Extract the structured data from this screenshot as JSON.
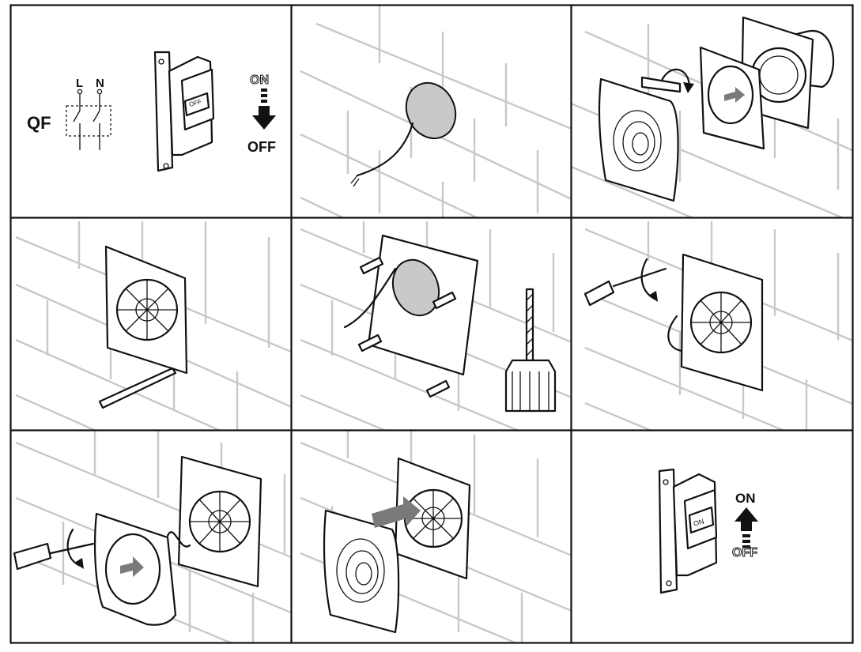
{
  "step1": {
    "qf_label": "QF",
    "l_label": "L",
    "n_label": "N",
    "switch_label": "OFF",
    "from_state": "ON",
    "to_state": "OFF"
  },
  "step9": {
    "switch_label": "ON",
    "to_state": "ON",
    "from_state": "OFF"
  },
  "colors": {
    "grid": "#111111",
    "brick": "#c8c8c8",
    "hole": "#c9c9c9",
    "arrow": "#7a7a7a"
  }
}
